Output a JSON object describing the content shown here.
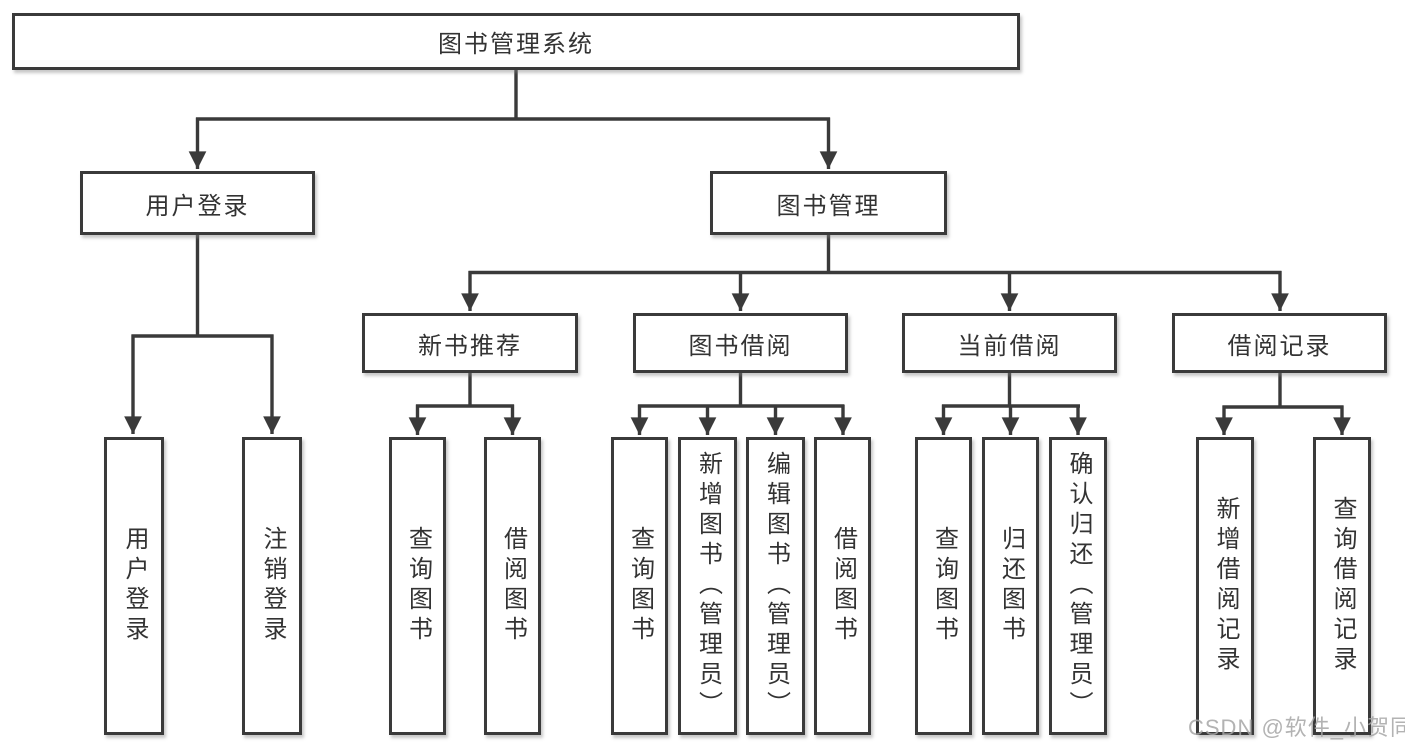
{
  "diagram": {
    "type": "hierarchy-tree",
    "colors": {
      "line": "#3a3a3a",
      "box_border": "#3a3a3a",
      "box_fill": "#ffffff",
      "text": "#333333",
      "watermark_text": "#a6a6a6",
      "background": "#ffffff"
    },
    "nodes": {
      "root": "图书管理系统",
      "user_login": "用户登录",
      "book_mgmt": "图书管理",
      "new_book_rec": "新书推荐",
      "book_borrow": "图书借阅",
      "current_borrow": "当前借阅",
      "borrow_record": "借阅记录",
      "leaf_user_login": "用户登录",
      "leaf_logout": "注销登录",
      "leaf_query_book_1": "查询图书",
      "leaf_borrow_book_1": "借阅图书",
      "leaf_query_book_2": "查询图书",
      "leaf_add_book": "新增图书（管理员）",
      "leaf_edit_book": "编辑图书（管理员）",
      "leaf_borrow_book_2": "借阅图书",
      "leaf_query_book_3": "查询图书",
      "leaf_return_book": "归还图书",
      "leaf_confirm_return": "确认归还（管理员）",
      "leaf_add_record": "新增借阅记录",
      "leaf_query_record": "查询借阅记录"
    },
    "structure": [
      {
        "parent": "root",
        "children": [
          "user_login",
          "book_mgmt"
        ]
      },
      {
        "parent": "user_login",
        "children": [
          "leaf_user_login",
          "leaf_logout"
        ]
      },
      {
        "parent": "book_mgmt",
        "children": [
          "new_book_rec",
          "book_borrow",
          "current_borrow",
          "borrow_record"
        ]
      },
      {
        "parent": "new_book_rec",
        "children": [
          "leaf_query_book_1",
          "leaf_borrow_book_1"
        ]
      },
      {
        "parent": "book_borrow",
        "children": [
          "leaf_query_book_2",
          "leaf_add_book",
          "leaf_edit_book",
          "leaf_borrow_book_2"
        ]
      },
      {
        "parent": "current_borrow",
        "children": [
          "leaf_query_book_3",
          "leaf_return_book",
          "leaf_confirm_return"
        ]
      },
      {
        "parent": "borrow_record",
        "children": [
          "leaf_add_record",
          "leaf_query_record"
        ]
      }
    ],
    "watermark": "CSDN @软件_小贺同学"
  }
}
